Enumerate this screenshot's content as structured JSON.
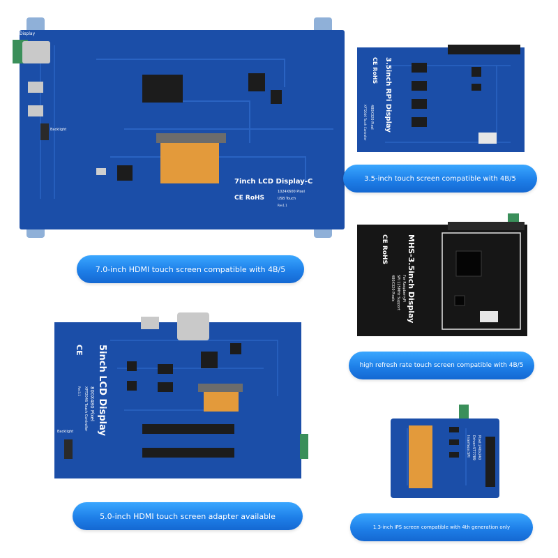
{
  "colors": {
    "board_blue": "#1b4ea8",
    "board_black": "#161616",
    "fpc_orange": "#e39a3b",
    "pill_blue": "#2b8ff4",
    "connector_green": "#3a8f5a"
  },
  "boards": {
    "lcd7": {
      "title": "7inch LCD Display-C",
      "resolution": "1024X600 Pixel",
      "touch": "USB Touch",
      "rev": "Rev1.1",
      "marks": "CE RoHS",
      "port_label": "Display",
      "switch_label": "Backlight"
    },
    "rpi35": {
      "title": "3.5inch RPi Display",
      "resolution": "480X320 Pixel",
      "touch": "XPT2046 Touch Controller",
      "marks": "CE RoHS"
    },
    "mhs35": {
      "title": "MHS-3.5inch Display",
      "line1": "For RaspberryPi",
      "line2": "SPI 125MHz Support",
      "line3": "480X320 Pixels",
      "marks": "CE RoHS"
    },
    "lcd5": {
      "title": "5inch LCD Display",
      "resolution": "800X480 Pixel",
      "touch": "XPT2046 Touch Controller",
      "rev": "Rev3.1",
      "marks": "CE",
      "switch_label": "Backlight"
    },
    "ips13": {
      "line1": "Pixel:240x240",
      "line2": "Driver:ST7789",
      "line3": "Interface:SPI"
    }
  },
  "captions": {
    "lcd7": "7.0-inch HDMI touch screen compatible with 4B/5",
    "rpi35": "3.5-inch touch screen compatible with 4B/5",
    "mhs35": "high refresh rate touch screen compatible with 4B/5",
    "lcd5": "5.0-inch HDMI touch screen adapter available",
    "ips13": "1.3-inch IPS screen compatible with 4th generation only"
  }
}
